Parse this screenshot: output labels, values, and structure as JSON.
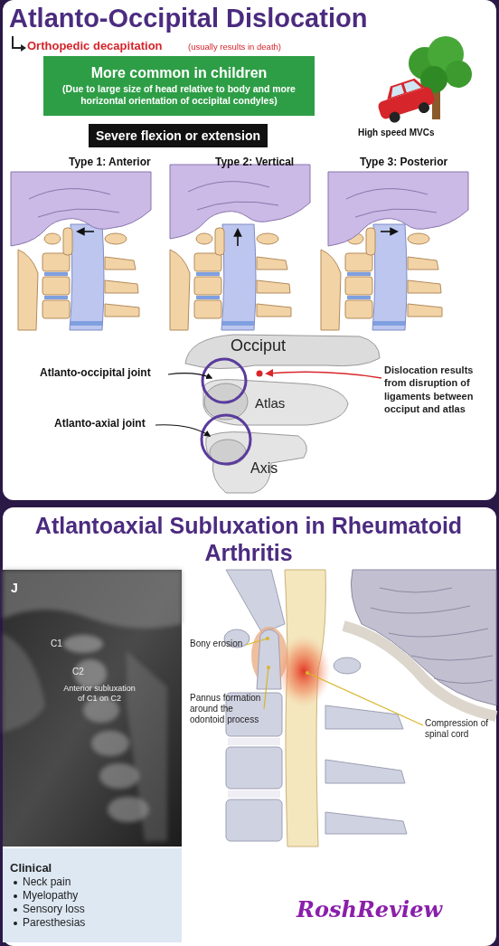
{
  "diagram": {
    "title": "Atlanto-Occipital Dislocation",
    "nodes": [
      {
        "text": [
          "More common in children",
          "(Due to large size of head relative to body and more horizontal orientation of occipital condyles)"
        ]
      },
      {
        "text": [
          "Severe flexion or extension"
        ]
      },
      {
        "text": [
          "Clinical",
          "Neck pain",
          "Myelopathy",
          "Sensory loss",
          "Paresthesias"
        ]
      }
    ],
    "labels": [
      "Orthopedic decapitation",
      "(usually results in death)",
      "High speed MVCs",
      "Type 1: Anterior",
      "Type 2: Vertical",
      "Type 3: Posterior",
      "Occiput",
      "Atlanto-occipital joint",
      "Atlas",
      "Atlanto-axial joint",
      "Axis",
      "Dislocation results from disruption of ligaments between occiput and atlas",
      "Atlantoaxial Subluxation in Rheumatoid Arthritis",
      "J",
      "C1",
      "C2",
      "Anterior subluxation of C1 on C2",
      "Bony erosion",
      "Pannus formation around the odontoid process",
      "Compression of spinal cord",
      "RoshReview"
    ]
  }
}
